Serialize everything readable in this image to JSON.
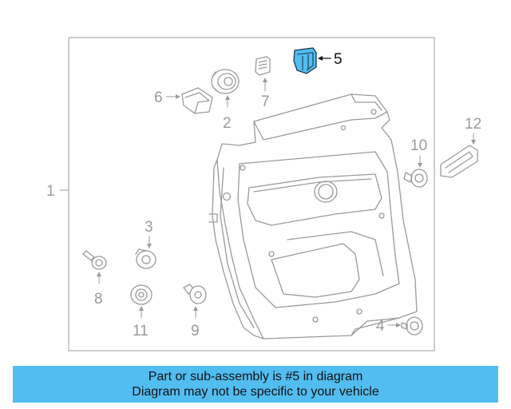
{
  "diagram": {
    "callouts": {
      "c1": "1",
      "c2": "2",
      "c3": "3",
      "c4": "4",
      "c5": "5",
      "c6": "6",
      "c7": "7",
      "c8": "8",
      "c9": "9",
      "c10": "10",
      "c11": "11",
      "c12": "12"
    },
    "highlighted_part": "5",
    "highlight_color": "#52bdf0",
    "line_color": "#9a9a9a"
  },
  "banner": {
    "line1": "Part or sub-assembly is #5 in diagram",
    "line2": "Diagram may not be specific to your vehicle",
    "background": "#52bdf0"
  }
}
